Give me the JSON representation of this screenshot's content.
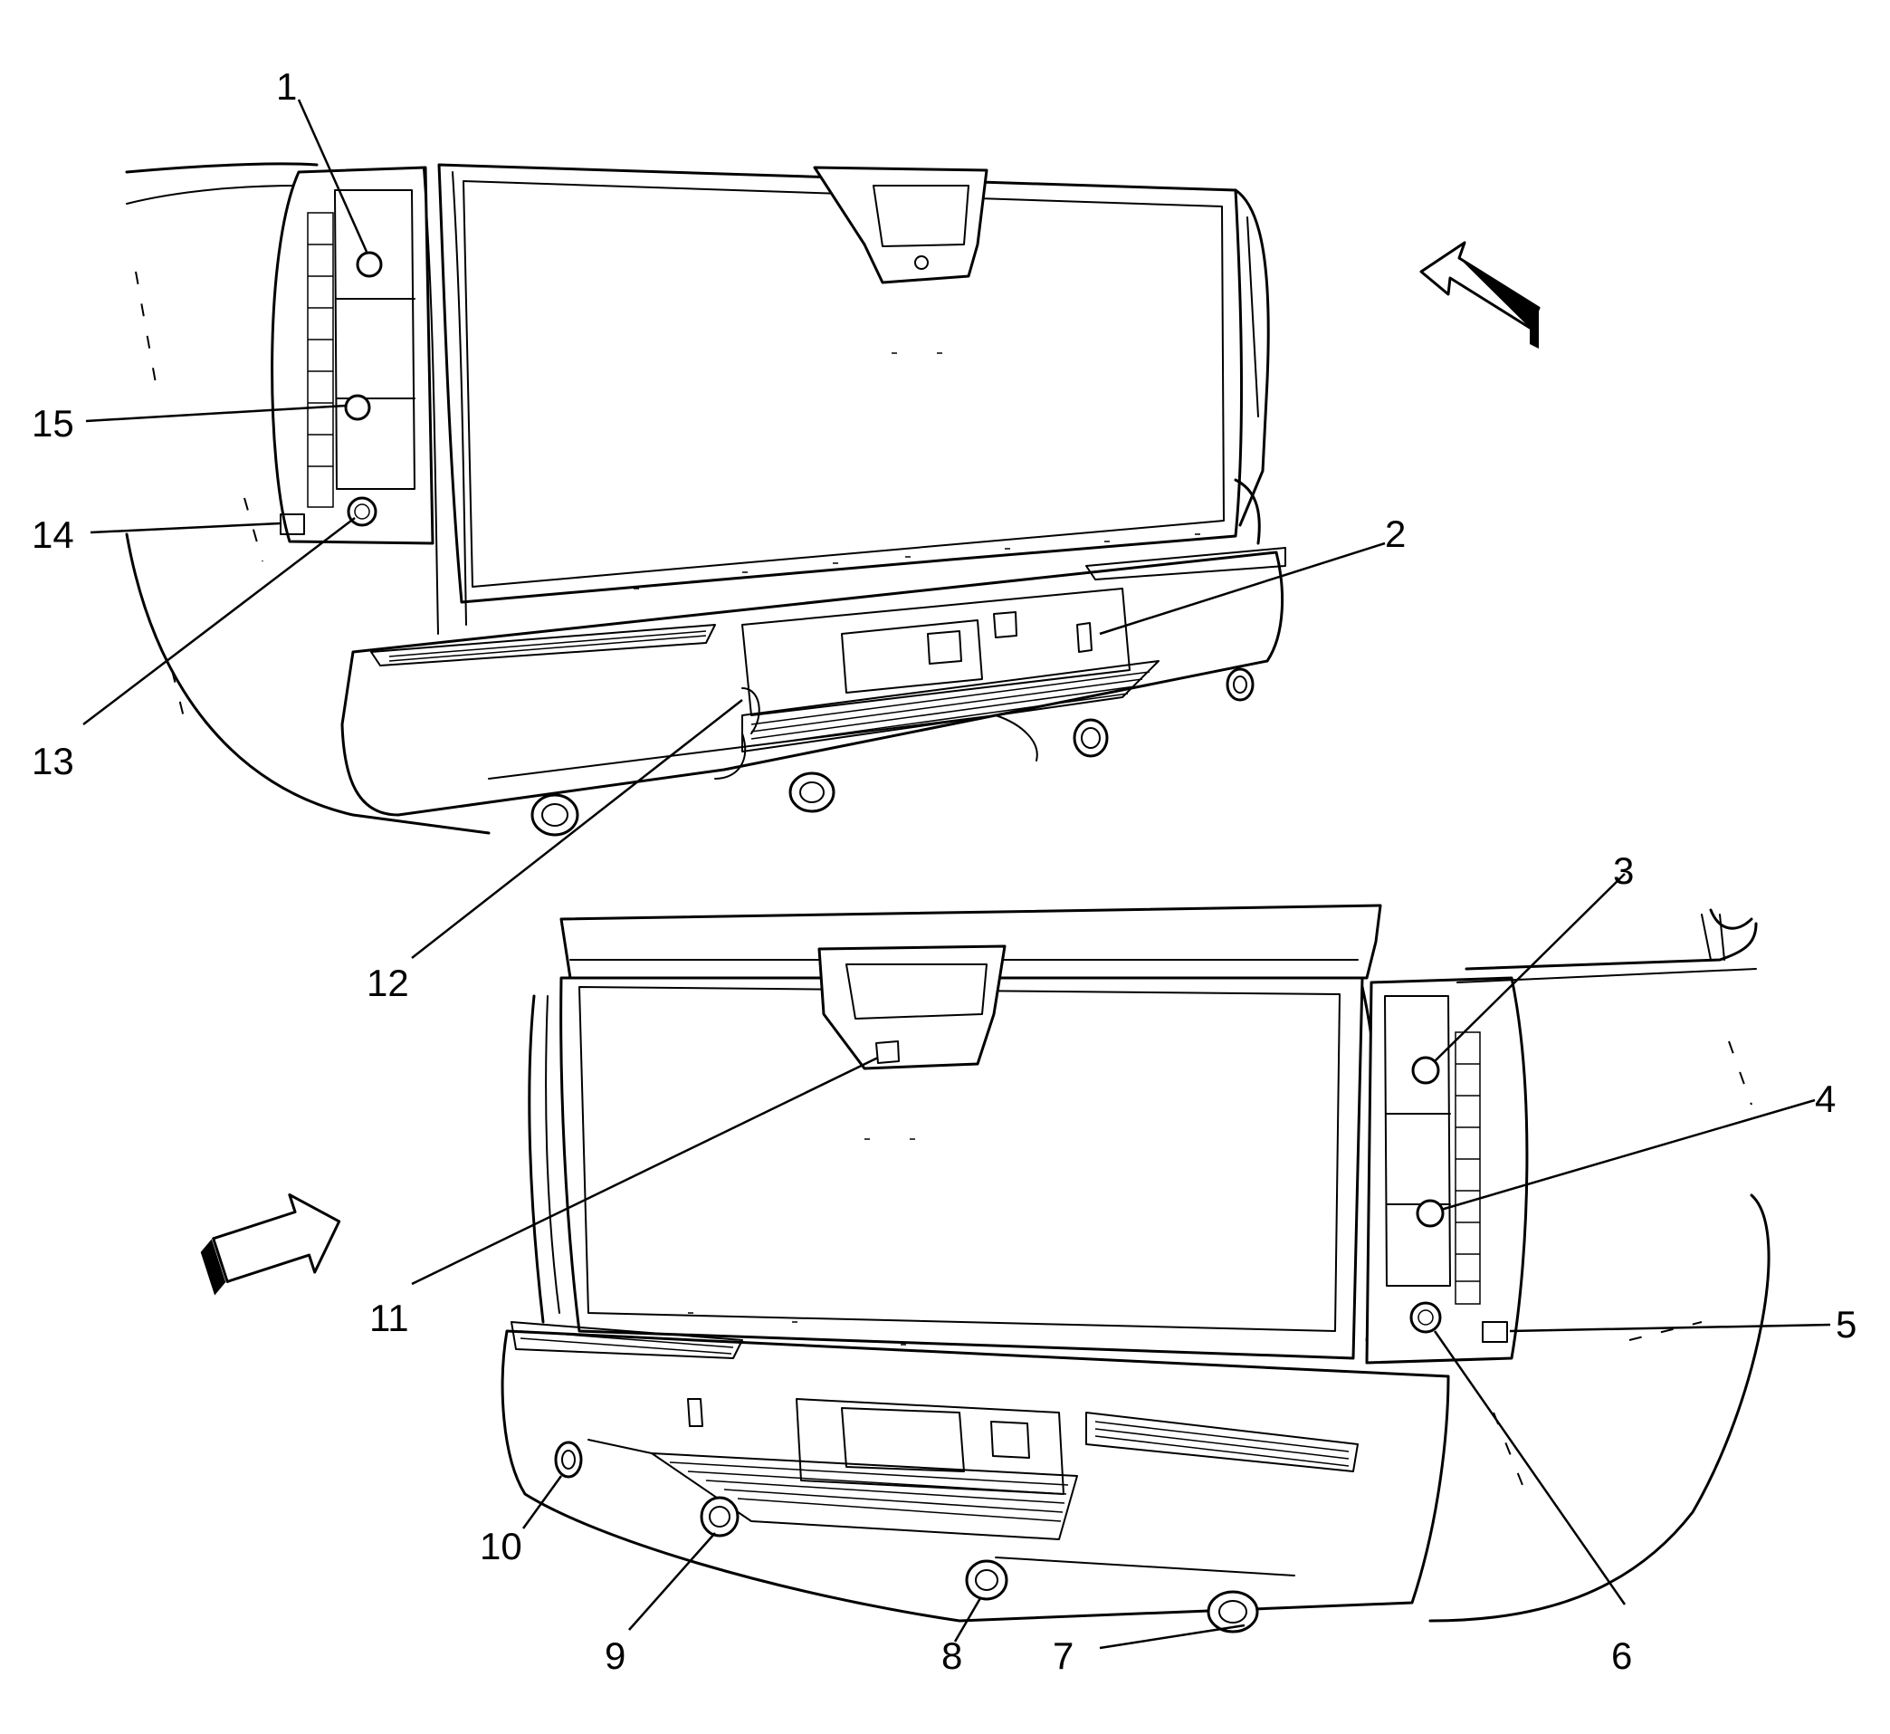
{
  "callouts": [
    {
      "id": "1",
      "label": "1"
    },
    {
      "id": "2",
      "label": "2"
    },
    {
      "id": "3",
      "label": "3"
    },
    {
      "id": "4",
      "label": "4"
    },
    {
      "id": "5",
      "label": "5"
    },
    {
      "id": "6",
      "label": "6"
    },
    {
      "id": "7",
      "label": "7"
    },
    {
      "id": "8",
      "label": "8"
    },
    {
      "id": "9",
      "label": "9"
    },
    {
      "id": "10",
      "label": "10"
    },
    {
      "id": "11",
      "label": "11"
    },
    {
      "id": "12",
      "label": "12"
    },
    {
      "id": "13",
      "label": "13"
    },
    {
      "id": "14",
      "label": "14"
    },
    {
      "id": "15",
      "label": "15"
    }
  ],
  "views": [
    {
      "name": "upper-rear-view",
      "arrow_icon": "view-direction-arrow-icon"
    },
    {
      "name": "lower-rear-view",
      "arrow_icon": "view-direction-arrow-icon"
    }
  ]
}
